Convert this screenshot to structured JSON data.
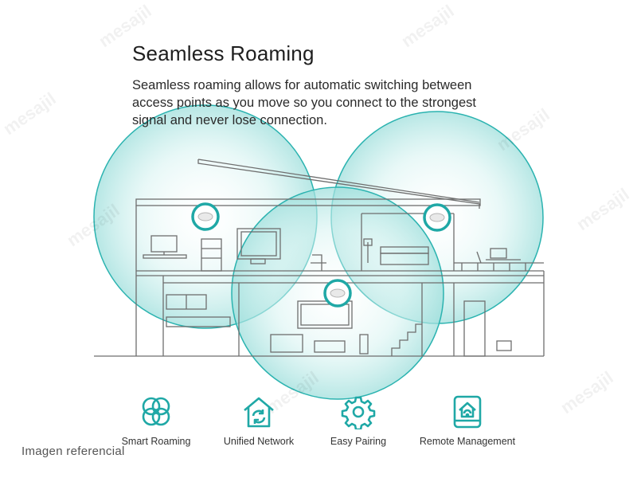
{
  "header": {
    "title": "Seamless Roaming",
    "description_lines": [
      "Seamless roaming allows for automatic switching between",
      "access points as you move so you connect to the strongest",
      "signal and never lose connection."
    ]
  },
  "features": [
    {
      "label": "Smart Roaming",
      "icon": "smart-roaming-icon"
    },
    {
      "label": "Unified Network",
      "icon": "unified-network-icon"
    },
    {
      "label": "Easy Pairing",
      "icon": "easy-pairing-icon"
    },
    {
      "label": "Remote Management",
      "icon": "remote-management-icon"
    }
  ],
  "caption": "Imagen referencial",
  "watermark": "mesajil",
  "colors": {
    "accent": "#1fa8a6",
    "coverage_fill": "#bfeae8",
    "line": "#6e6e6e"
  }
}
